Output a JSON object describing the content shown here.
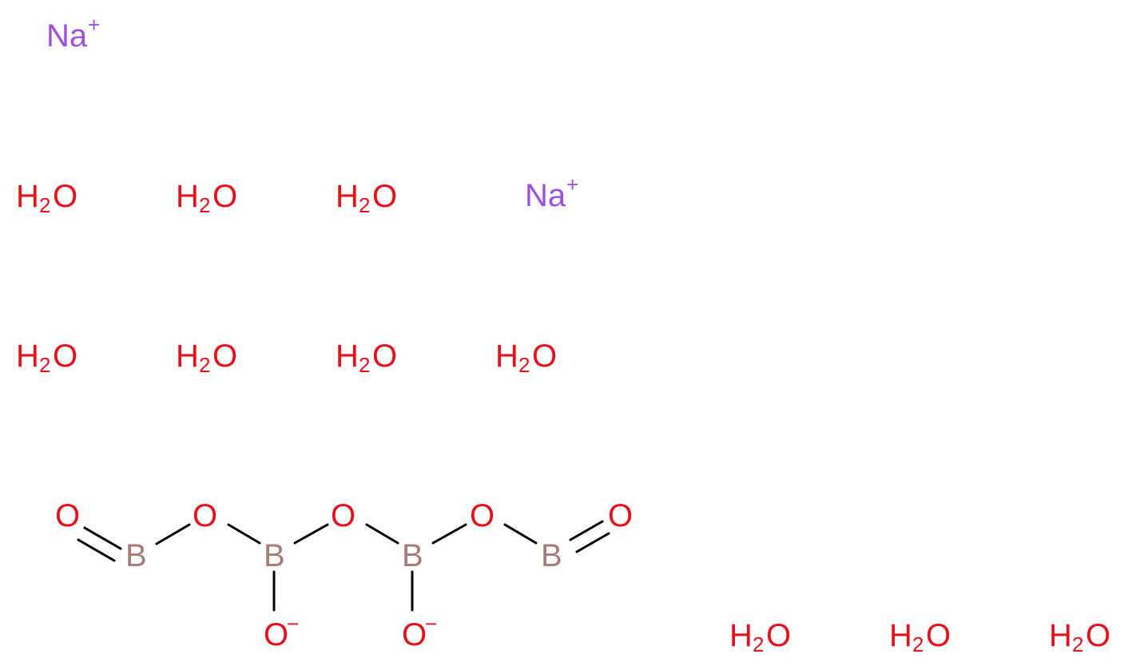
{
  "molecule": {
    "colors": {
      "sodium": "#9e4fe0",
      "oxygen": "#e8101b",
      "boron": "#a67c78",
      "bond": "#000000",
      "background": "#ffffff"
    },
    "ions": {
      "na_1": {
        "symbol": "Na",
        "charge": "+"
      },
      "na_2": {
        "symbol": "Na",
        "charge": "+"
      }
    },
    "water": {
      "h": "H",
      "sub": "2",
      "o": "O"
    },
    "water_count": 10,
    "borate": {
      "boron": "B",
      "oxygen": "O",
      "oxide_charge": "−"
    }
  }
}
